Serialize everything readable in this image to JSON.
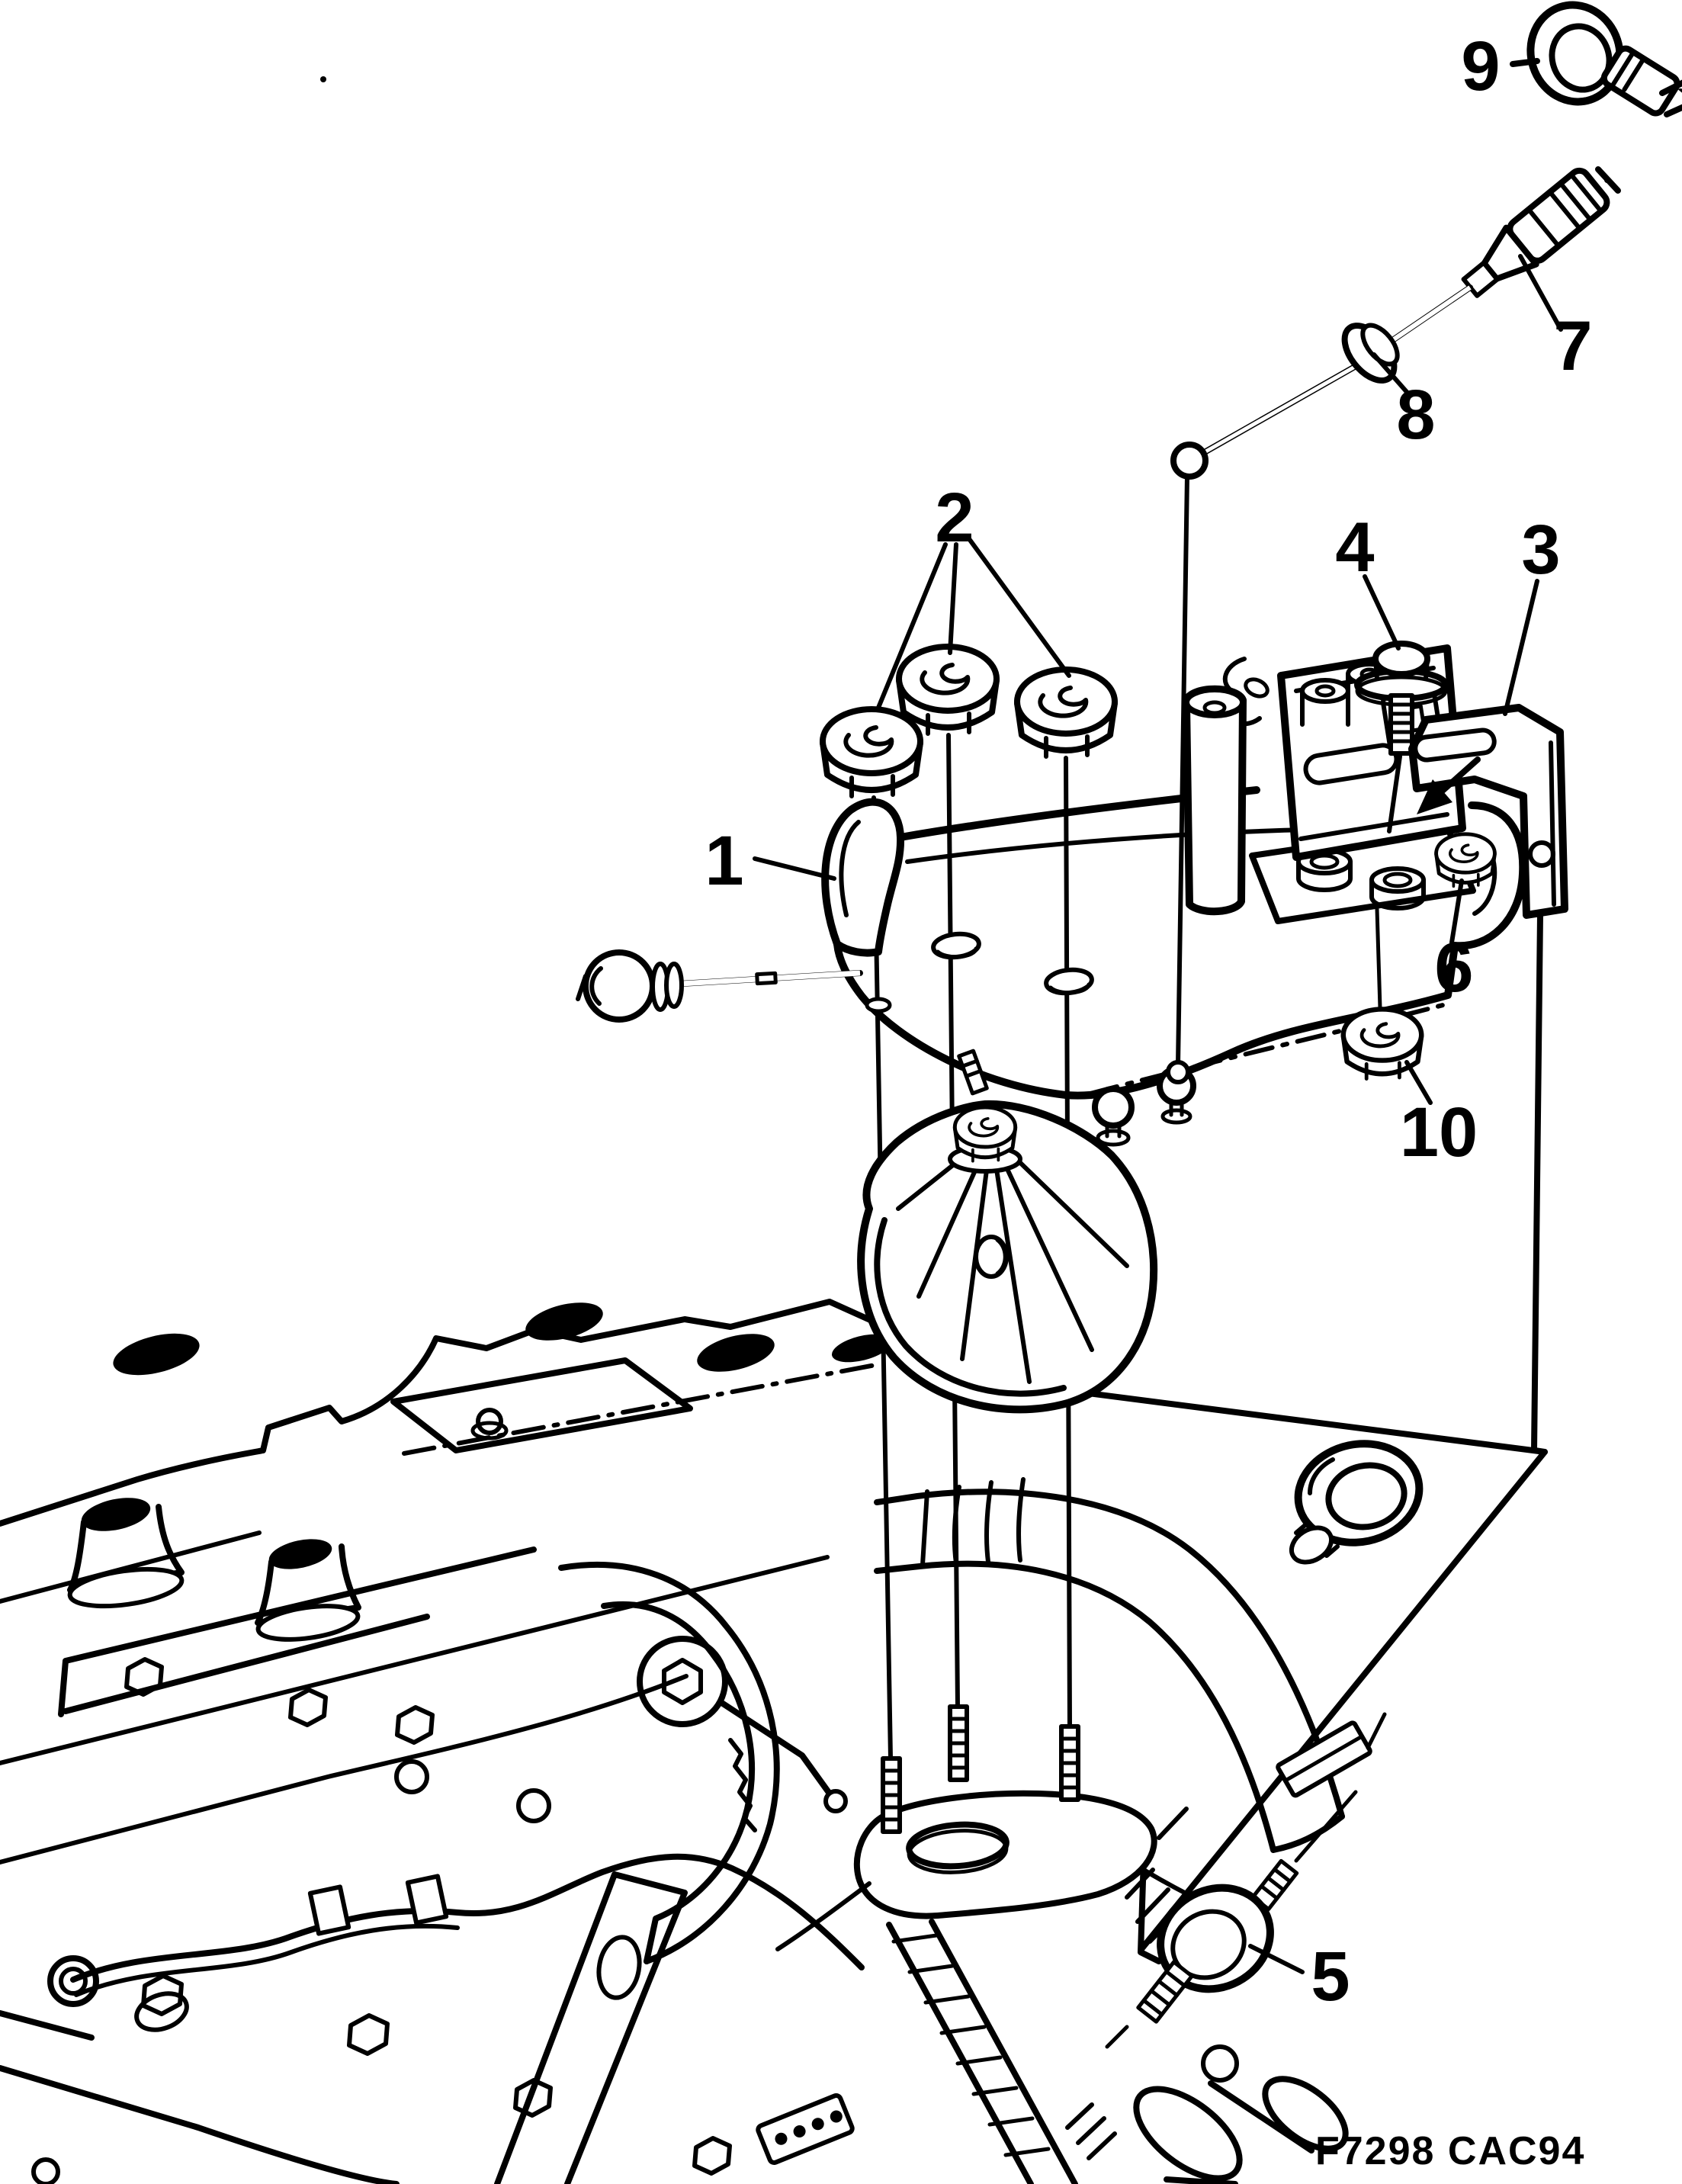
{
  "figure": {
    "type": "exploded-parts-diagram",
    "code": "F7298 CAC94",
    "ink_color": "#000000",
    "background_color": "#ffffff"
  },
  "callouts": [
    {
      "number": "1"
    },
    {
      "number": "2"
    },
    {
      "number": "3"
    },
    {
      "number": "4"
    },
    {
      "number": "5"
    },
    {
      "number": "6"
    },
    {
      "number": "7"
    },
    {
      "number": "8"
    },
    {
      "number": "9"
    },
    {
      "number": "10"
    }
  ]
}
